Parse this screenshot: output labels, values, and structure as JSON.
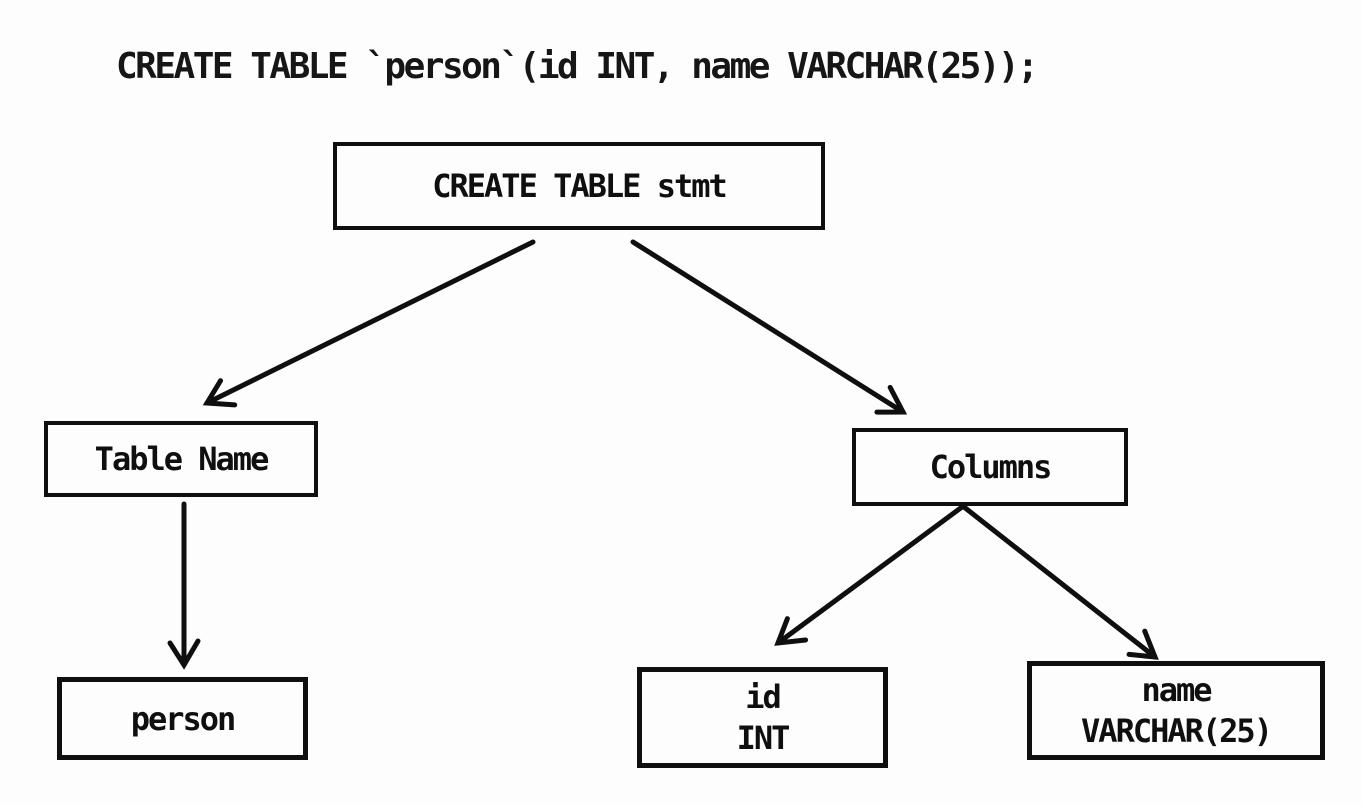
{
  "background_color": "#fdfdfd",
  "ink_color": "#0f0f0f",
  "sql_statement": "CREATE TABLE `person`(id INT, name VARCHAR(25));",
  "diagram": {
    "type": "parse-tree",
    "nodes": {
      "root": {
        "label": "CREATE TABLE stmt"
      },
      "table_name": {
        "label": "Table Name"
      },
      "columns": {
        "label": "Columns"
      },
      "person": {
        "label": "person"
      },
      "id_col": {
        "name": "id",
        "type": "INT"
      },
      "name_col": {
        "name": "name",
        "type": "VARCHAR(25)"
      }
    },
    "edges": [
      {
        "from": "CREATE TABLE stmt",
        "to": "Table Name"
      },
      {
        "from": "CREATE TABLE stmt",
        "to": "Columns"
      },
      {
        "from": "Table Name",
        "to": "person"
      },
      {
        "from": "Columns",
        "to": "id INT"
      },
      {
        "from": "Columns",
        "to": "name VARCHAR(25)"
      }
    ]
  }
}
